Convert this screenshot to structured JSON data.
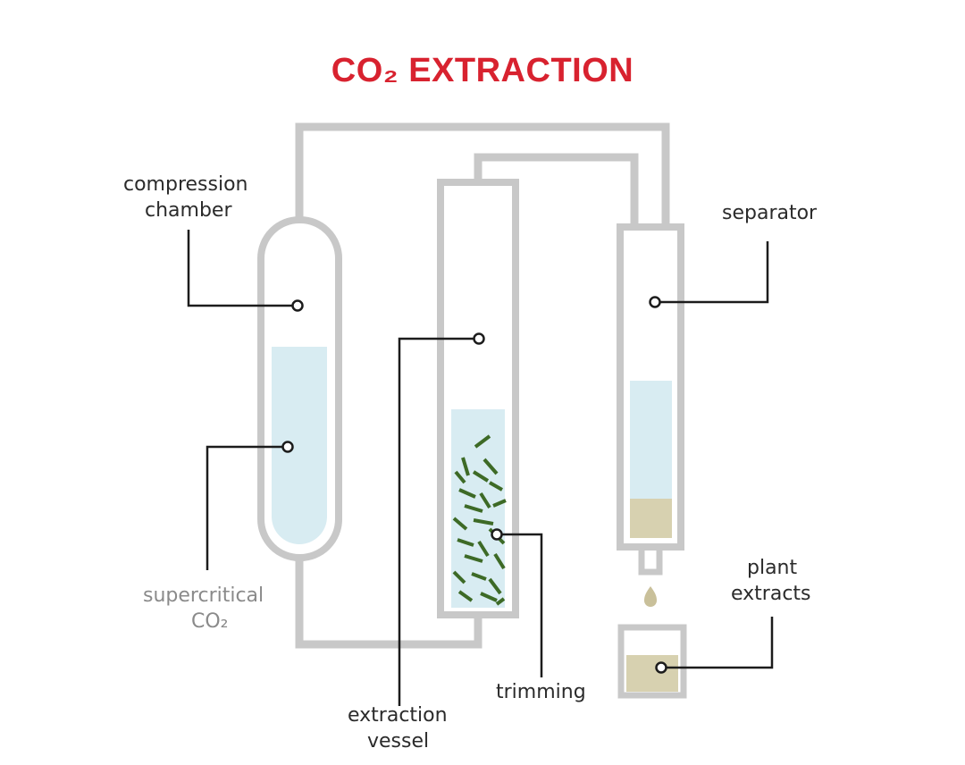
{
  "title": "CO₂ EXTRACTION",
  "colors": {
    "title": "#d8222f",
    "pipe": "#c8c8c8",
    "liquid": "#d8ecf2",
    "plant_material": "#3d6a26",
    "extract": "#d7d1b0",
    "leader_line": "#1c1c1c"
  },
  "labels": {
    "compression_chamber": [
      "compression",
      "chamber"
    ],
    "separator": [
      "separator"
    ],
    "supercritical_co2": [
      "supercritical",
      "CO₂"
    ],
    "plant_extracts": [
      "plant",
      "extracts"
    ],
    "trimming": [
      "trimming"
    ],
    "extraction_vessel": [
      "extraction",
      "vessel"
    ]
  }
}
